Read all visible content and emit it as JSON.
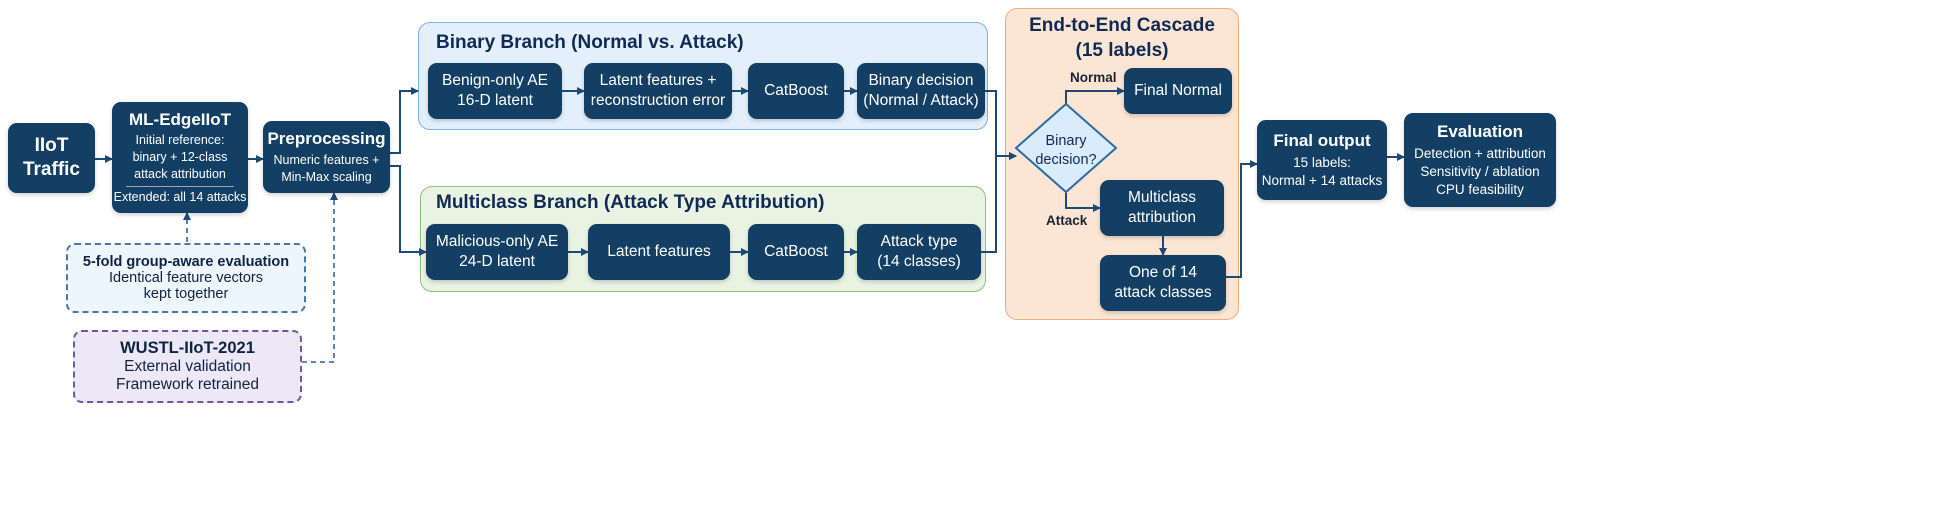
{
  "nodes": {
    "iiot": {
      "l1": "IIoT",
      "l2": "Traffic"
    },
    "ml_edge": {
      "title": "ML-EdgeIIoT",
      "l1": "Initial reference:",
      "l2": "binary + 12-class",
      "l3": "attack attribution",
      "l4": "Extended: all 14 attacks"
    },
    "preproc": {
      "title": "Preprocessing",
      "l1": "Numeric features +",
      "l2": "Min-Max scaling"
    },
    "b_ae": {
      "l1": "Benign-only AE",
      "l2": "16-D latent"
    },
    "b_latent": {
      "l1": "Latent features +",
      "l2": "reconstruction error"
    },
    "b_cat": {
      "l1": "CatBoost"
    },
    "b_decision": {
      "l1": "Binary decision",
      "l2": "(Normal / Attack)"
    },
    "m_ae": {
      "l1": "Malicious-only AE",
      "l2": "24-D latent"
    },
    "m_latent": {
      "l1": "Latent features"
    },
    "m_cat": {
      "l1": "CatBoost"
    },
    "m_type": {
      "l1": "Attack type",
      "l2": "(14 classes)"
    },
    "final_normal": {
      "l1": "Final Normal"
    },
    "multiclass_attr": {
      "l1": "Multiclass",
      "l2": "attribution"
    },
    "one_of_14": {
      "l1": "One of 14",
      "l2": "attack classes"
    },
    "final_output": {
      "title": "Final output",
      "l1": "15 labels:",
      "l2": "Normal + 14 attacks"
    },
    "evaluation": {
      "title": "Evaluation",
      "l1": "Detection + attribution",
      "l2": "Sensitivity / ablation",
      "l3": "CPU feasibility"
    }
  },
  "panels": {
    "binary": {
      "title": "Binary Branch (Normal vs. Attack)"
    },
    "multiclass": {
      "title": "Multiclass Branch (Attack Type Attribution)"
    },
    "cascade": {
      "title_l1": "End-to-End Cascade",
      "title_l2": "(15 labels)"
    }
  },
  "diamond": {
    "l1": "Binary",
    "l2": "decision?"
  },
  "edge_labels": {
    "normal": "Normal",
    "attack": "Attack"
  },
  "notes": {
    "fivefold": {
      "title": "5-fold group-aware evaluation",
      "l1": "Identical feature vectors",
      "l2": "kept together"
    },
    "wustl": {
      "title": "WUSTL-IIoT-2021",
      "l1": "External validation",
      "l2": "Framework retrained"
    }
  },
  "colors": {
    "node": "#123f63",
    "binary_panel": "#e3f0fc",
    "multiclass_panel": "#e9f3e2",
    "cascade_panel": "#fce6d3",
    "fivefold_note": "#eef6fd",
    "wustl_note": "#ece8f7",
    "arrow": "#1d4a75"
  }
}
